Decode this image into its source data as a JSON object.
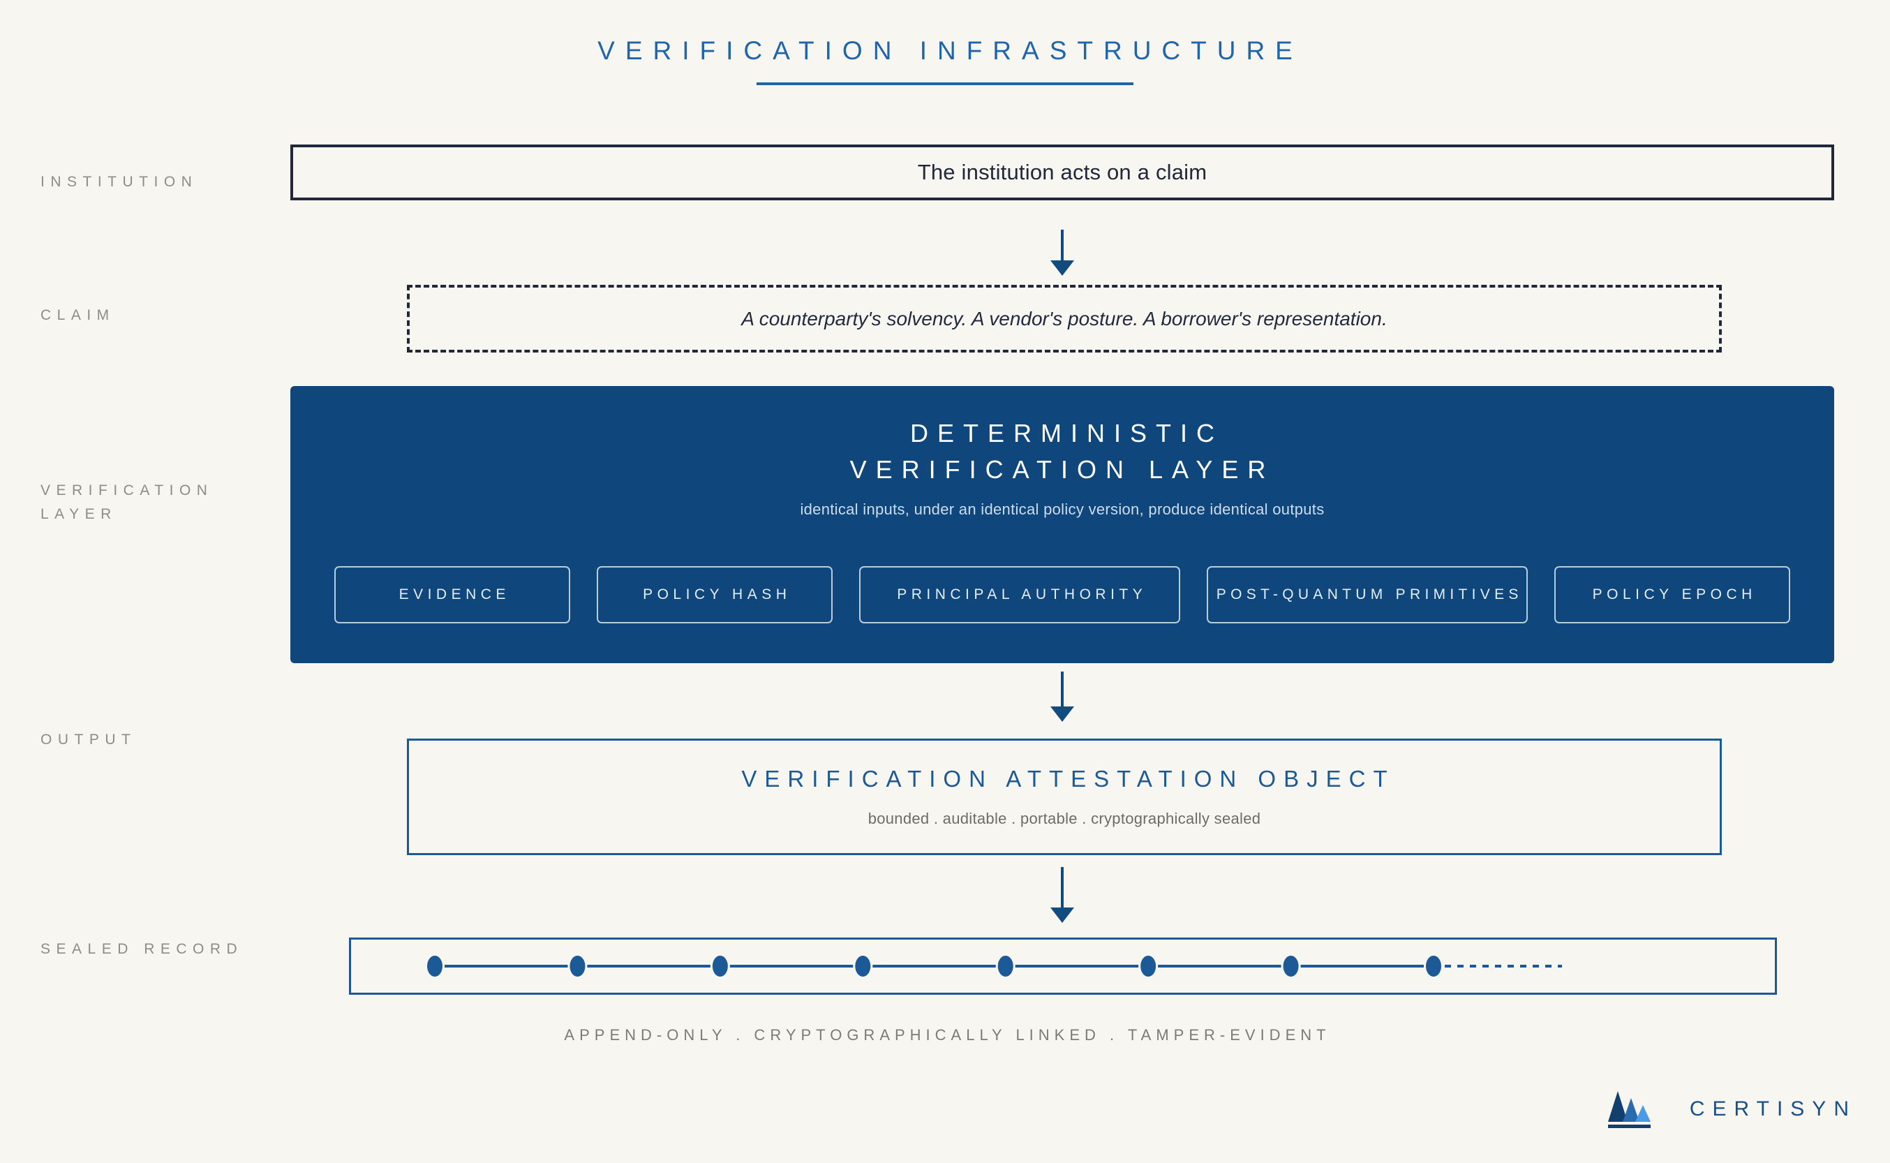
{
  "header": {
    "title": "VERIFICATION INFRASTRUCTURE"
  },
  "rows": {
    "institution_label": "INSTITUTION",
    "claim_label": "CLAIM",
    "verification_label": "VERIFICATION\nLAYER",
    "output_label": "OUTPUT",
    "sealed_label": "SEALED RECORD"
  },
  "institution": {
    "text": "The institution acts on a claim"
  },
  "claim": {
    "text": "A counterparty's solvency. A vendor's posture. A borrower's representation."
  },
  "verification_layer": {
    "title": "DETERMINISTIC\nVERIFICATION LAYER",
    "subtitle": "identical inputs, under an identical policy version, produce identical outputs",
    "pills": [
      {
        "label": "EVIDENCE"
      },
      {
        "label": "POLICY HASH"
      },
      {
        "label": "PRINCIPAL AUTHORITY"
      },
      {
        "label": "POST-QUANTUM PRIMITIVES"
      },
      {
        "label": "POLICY EPOCH"
      }
    ]
  },
  "output": {
    "title": "VERIFICATION ATTESTATION OBJECT",
    "subtitle": "bounded . auditable . portable . cryptographically sealed"
  },
  "sealed_record": {
    "caption": "APPEND-ONLY . CRYPTOGRAPHICALLY LINKED . TAMPER-EVIDENT",
    "node_count": 8,
    "trailing_dashed": true
  },
  "brand": {
    "name": "CERTISYN"
  },
  "colors": {
    "background": "#f7f6f1",
    "accent_blue": "#2065ab",
    "panel_blue": "#0f477c",
    "dark_navy": "#20283a",
    "muted_gray": "#8d8d88",
    "border_blue": "#1b5a96"
  }
}
